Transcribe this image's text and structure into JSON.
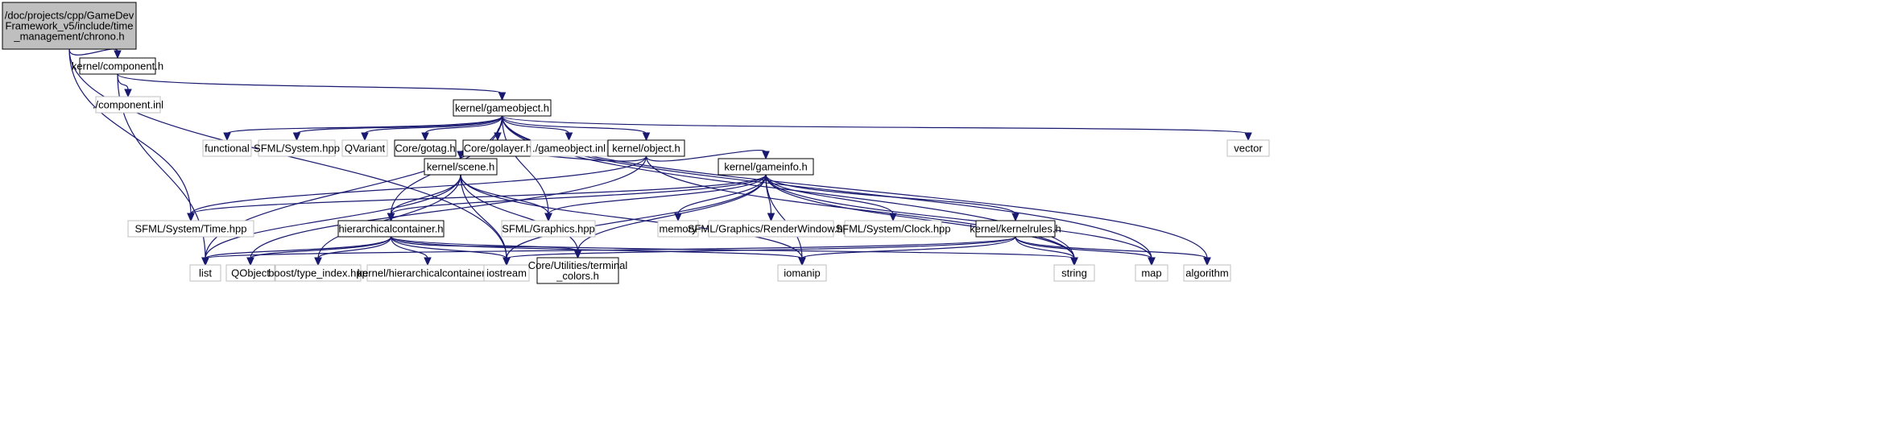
{
  "graph": {
    "colors": {
      "edge": "#191970",
      "root_fill": "#bfbfbf",
      "root_border": "#000000",
      "documented_border": "#000000",
      "external_border": "#bfbfbf",
      "external_text": "#555555",
      "text": "#000000"
    },
    "nodes": [
      {
        "id": "chrono",
        "kind": "root",
        "lines": [
          "/doc/projects/cpp/GameDev",
          "Framework_v5/include/time",
          "_management/chrono.h"
        ]
      },
      {
        "id": "component",
        "kind": "documented",
        "lines": [
          "kernel/component.h"
        ]
      },
      {
        "id": "component_inl",
        "kind": "external",
        "lines": [
          "./component.inl"
        ]
      },
      {
        "id": "gameobject",
        "kind": "documented",
        "lines": [
          "kernel/gameobject.h"
        ]
      },
      {
        "id": "functional",
        "kind": "external",
        "lines": [
          "functional"
        ]
      },
      {
        "id": "sfml_system",
        "kind": "external",
        "lines": [
          "SFML/System.hpp"
        ]
      },
      {
        "id": "qvariant",
        "kind": "external",
        "lines": [
          "QVariant"
        ]
      },
      {
        "id": "gotag",
        "kind": "documented",
        "lines": [
          "Core/gotag.h"
        ]
      },
      {
        "id": "golayer",
        "kind": "documented",
        "lines": [
          "Core/golayer.h"
        ]
      },
      {
        "id": "gameobject_inl",
        "kind": "external",
        "lines": [
          "./gameobject.inl"
        ]
      },
      {
        "id": "object",
        "kind": "documented",
        "lines": [
          "kernel/object.h"
        ]
      },
      {
        "id": "vector",
        "kind": "external",
        "lines": [
          "vector"
        ]
      },
      {
        "id": "scene",
        "kind": "documented",
        "lines": [
          "kernel/scene.h"
        ]
      },
      {
        "id": "gameinfo",
        "kind": "documented",
        "lines": [
          "kernel/gameinfo.h"
        ]
      },
      {
        "id": "sfml_time",
        "kind": "external",
        "lines": [
          "SFML/System/Time.hpp"
        ]
      },
      {
        "id": "hier",
        "kind": "documented",
        "lines": [
          "hierarchicalcontainer.h"
        ]
      },
      {
        "id": "sfml_graphics",
        "kind": "external",
        "lines": [
          "SFML/Graphics.hpp"
        ]
      },
      {
        "id": "memory",
        "kind": "external",
        "lines": [
          "memory"
        ]
      },
      {
        "id": "renderwindow",
        "kind": "external",
        "lines": [
          "SFML/Graphics/RenderWindow.hpp"
        ]
      },
      {
        "id": "clock",
        "kind": "external",
        "lines": [
          "SFML/System/Clock.hpp"
        ]
      },
      {
        "id": "kernelrules",
        "kind": "documented",
        "lines": [
          "kernel/kernelrules.h"
        ]
      },
      {
        "id": "list",
        "kind": "external",
        "lines": [
          "list"
        ]
      },
      {
        "id": "qobject",
        "kind": "external",
        "lines": [
          "QObject"
        ]
      },
      {
        "id": "boost",
        "kind": "external",
        "lines": [
          "boost/type_index.hpp"
        ]
      },
      {
        "id": "hier_inl",
        "kind": "external",
        "lines": [
          "kernel/hierarchicalcontainer.inl"
        ]
      },
      {
        "id": "iostream",
        "kind": "external",
        "lines": [
          "iostream"
        ]
      },
      {
        "id": "terminal",
        "kind": "documented",
        "lines": [
          "Core/Utilities/terminal",
          "_colors.h"
        ]
      },
      {
        "id": "iomanip",
        "kind": "external",
        "lines": [
          "iomanip"
        ]
      },
      {
        "id": "string",
        "kind": "external",
        "lines": [
          "string"
        ]
      },
      {
        "id": "map",
        "kind": "external",
        "lines": [
          "map"
        ]
      },
      {
        "id": "algorithm",
        "kind": "external",
        "lines": [
          "algorithm"
        ]
      }
    ],
    "edges": [
      [
        "chrono",
        "component"
      ],
      [
        "chrono",
        "sfml_time"
      ],
      [
        "chrono",
        "iostream"
      ],
      [
        "component",
        "component_inl"
      ],
      [
        "component",
        "gameobject"
      ],
      [
        "component",
        "list"
      ],
      [
        "gameobject",
        "functional"
      ],
      [
        "gameobject",
        "sfml_system"
      ],
      [
        "gameobject",
        "qvariant"
      ],
      [
        "gameobject",
        "gotag"
      ],
      [
        "gameobject",
        "golayer"
      ],
      [
        "gameobject",
        "gameobject_inl"
      ],
      [
        "gameobject",
        "object"
      ],
      [
        "gameobject",
        "vector"
      ],
      [
        "gameobject",
        "list"
      ],
      [
        "gameobject",
        "hier"
      ],
      [
        "gameobject",
        "sfml_graphics"
      ],
      [
        "gameobject",
        "string"
      ],
      [
        "gameobject",
        "map"
      ],
      [
        "gameobject",
        "algorithm"
      ],
      [
        "object",
        "scene"
      ],
      [
        "object",
        "gameinfo"
      ],
      [
        "object",
        "sfml_time"
      ],
      [
        "object",
        "qobject"
      ],
      [
        "object",
        "string"
      ],
      [
        "scene",
        "hier"
      ],
      [
        "scene",
        "sfml_graphics"
      ],
      [
        "scene",
        "list"
      ],
      [
        "scene",
        "boost"
      ],
      [
        "scene",
        "iostream"
      ],
      [
        "scene",
        "terminal"
      ],
      [
        "scene",
        "iomanip"
      ],
      [
        "gameinfo",
        "sfml_time"
      ],
      [
        "gameinfo",
        "hier"
      ],
      [
        "gameinfo",
        "sfml_graphics"
      ],
      [
        "gameinfo",
        "memory"
      ],
      [
        "gameinfo",
        "renderwindow"
      ],
      [
        "gameinfo",
        "clock"
      ],
      [
        "gameinfo",
        "kernelrules"
      ],
      [
        "gameinfo",
        "iostream"
      ],
      [
        "gameinfo",
        "terminal"
      ],
      [
        "gameinfo",
        "iomanip"
      ],
      [
        "gameinfo",
        "string"
      ],
      [
        "gameinfo",
        "map"
      ],
      [
        "hier",
        "list"
      ],
      [
        "hier",
        "qobject"
      ],
      [
        "hier",
        "boost"
      ],
      [
        "hier",
        "hier_inl"
      ],
      [
        "hier",
        "iostream"
      ],
      [
        "hier",
        "terminal"
      ],
      [
        "hier",
        "iomanip"
      ],
      [
        "hier",
        "string"
      ],
      [
        "kernelrules",
        "list"
      ],
      [
        "kernelrules",
        "iostream"
      ],
      [
        "kernelrules",
        "iomanip"
      ],
      [
        "kernelrules",
        "string"
      ],
      [
        "kernelrules",
        "map"
      ],
      [
        "kernelrules",
        "algorithm"
      ]
    ]
  }
}
